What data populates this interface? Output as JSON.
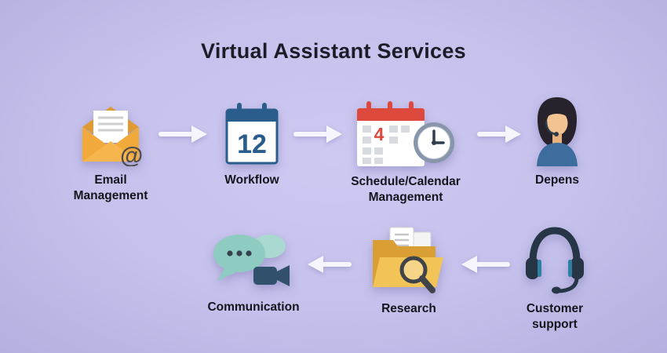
{
  "page": {
    "title": "Virtual Assistant Services",
    "background_color": "#c5c1ec",
    "arrow_color": "#f6f5fc",
    "label_color": "#15151e"
  },
  "top_row": [
    {
      "id": "email-management",
      "label": "Email Management",
      "icon": "email-envelope-icon",
      "at_symbol": "@",
      "icon_colors": {
        "envelope": "#f1a93c",
        "paper": "#ffffff"
      }
    },
    {
      "id": "workflow",
      "label": "Workflow",
      "icon": "calendar-icon",
      "calendar_day": "12",
      "icon_colors": {
        "header": "#2a5d8c"
      }
    },
    {
      "id": "schedule-calendar-management",
      "label": "Schedule/Calendar Management",
      "icon": "calendar-clock-icon",
      "calendar_day": "4",
      "icon_colors": {
        "header": "#dd4a3d",
        "clock_rim": "#8796ab"
      }
    },
    {
      "id": "depens",
      "label": "Depens",
      "icon": "female-assistant-icon",
      "icon_colors": {
        "shirt": "#3c6d9c",
        "hair": "#27222b"
      }
    }
  ],
  "bottom_row": [
    {
      "id": "communication",
      "label": "Communication",
      "icon": "chat-bubbles-video-icon",
      "icon_colors": {
        "bubble": "#8eccc1",
        "camera": "#30506b"
      }
    },
    {
      "id": "research",
      "label": "Research",
      "icon": "folder-magnifier-icon",
      "icon_colors": {
        "folder": "#f2c356"
      }
    },
    {
      "id": "customer-support",
      "label": "Customer support",
      "icon": "headset-icon",
      "icon_colors": {
        "headset": "#263646",
        "pad": "#2f7fa3"
      }
    }
  ]
}
